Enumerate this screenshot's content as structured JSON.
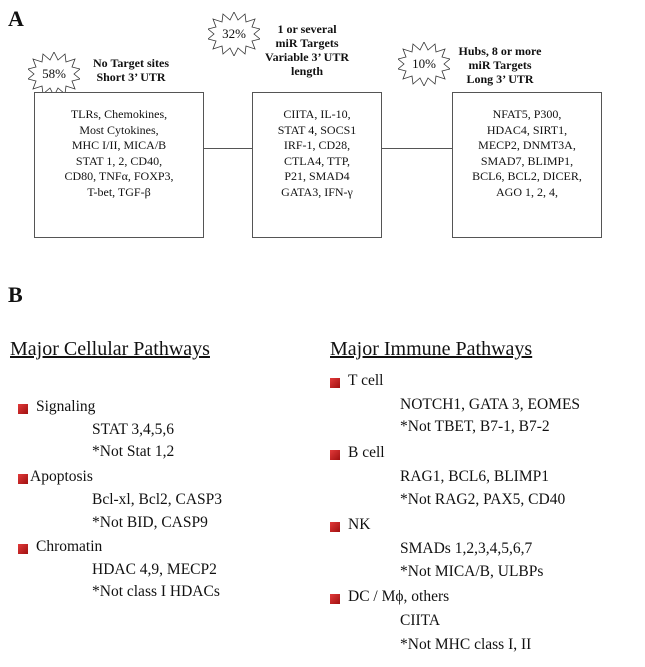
{
  "panel_a": {
    "label": "A",
    "categories": [
      {
        "percent": "58%",
        "title_lines": [
          "No Target sites",
          "Short 3’ UTR"
        ],
        "genes": [
          "TLRs, Chemokines,",
          "Most Cytokines,",
          "MHC I/II, MICA/B",
          "STAT 1, 2, CD40,",
          "CD80, TNFα, FOXP3,",
          "T-bet, TGF-β"
        ]
      },
      {
        "percent": "32%",
        "title_lines": [
          "1 or several",
          "miR Targets",
          "Variable 3’ UTR",
          "length"
        ],
        "genes": [
          "CIITA, IL-10,",
          "STAT 4, SOCS1",
          "IRF-1, CD28,",
          "CTLA4, TTP,",
          "P21, SMAD4",
          "GATA3, IFN-γ"
        ]
      },
      {
        "percent": "10%",
        "title_lines": [
          "Hubs, 8 or more",
          "miR Targets",
          "Long 3’ UTR"
        ],
        "genes": [
          "NFAT5, P300,",
          "HDAC4, SIRT1,",
          "MECP2, DNMT3A,",
          "SMAD7, BLIMP1,",
          "BCL6, BCL2, DICER,",
          "AGO 1, 2, 4,"
        ]
      }
    ]
  },
  "panel_b": {
    "label": "B",
    "cellular": {
      "title": "Major Cellular Pathways",
      "groups": [
        {
          "name": "Signaling",
          "lines": [
            "STAT 3,4,5,6",
            "*Not Stat 1,2"
          ]
        },
        {
          "name": "Apoptosis",
          "lines": [
            "Bcl-xl, Bcl2, CASP3",
            "*Not BID, CASP9"
          ]
        },
        {
          "name": "Chromatin",
          "lines": [
            "HDAC 4,9, MECP2",
            "*Not class I HDACs"
          ]
        }
      ]
    },
    "immune": {
      "title": "Major Immune Pathways",
      "groups": [
        {
          "name": "T cell",
          "lines": [
            "NOTCH1, GATA 3, EOMES",
            "*Not TBET, B7-1, B7-2"
          ]
        },
        {
          "name": "B cell",
          "lines": [
            "RAG1, BCL6, BLIMP1",
            "*Not RAG2, PAX5, CD40"
          ]
        },
        {
          "name": "NK",
          "lines": [
            "SMADs 1,2,3,4,5,6,7",
            "*Not MICA/B, ULBPs"
          ]
        },
        {
          "name": "DC / Mϕ, others",
          "lines": [
            "CIITA",
            "*Not MHC class I, II"
          ]
        }
      ]
    }
  }
}
